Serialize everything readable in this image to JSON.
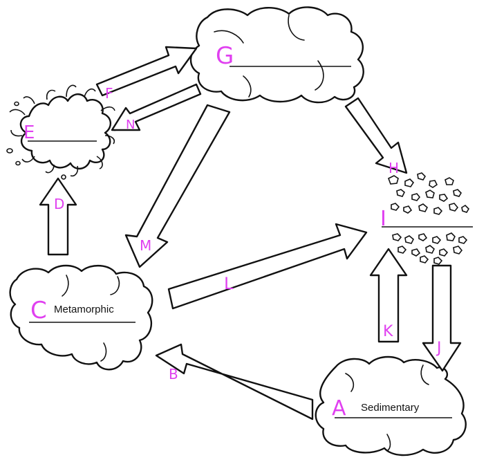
{
  "labels": {
    "A": "A",
    "B": "B",
    "C": "C",
    "D": "D",
    "E": "E",
    "F": "F",
    "G": "G",
    "H": "H",
    "I": "I",
    "J": "J",
    "K": "K",
    "L": "L",
    "M": "M",
    "N": "N"
  },
  "answers": {
    "A": "Sedimentary",
    "C": "Metamorphic",
    "E": "",
    "G": "",
    "I": ""
  },
  "colors": {
    "letter": "#e040f0",
    "ink": "#111111"
  }
}
